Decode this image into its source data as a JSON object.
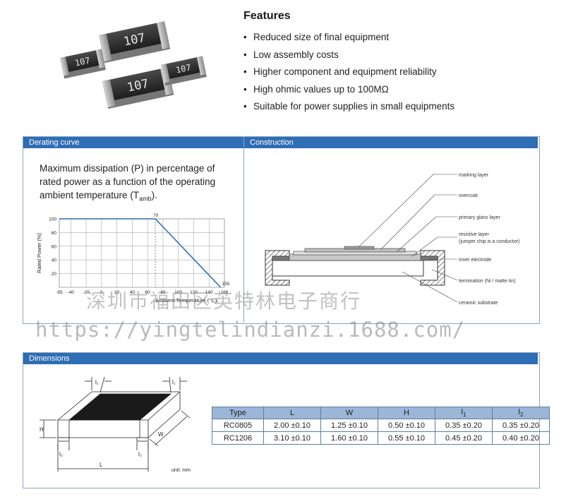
{
  "features": {
    "title": "Features",
    "items": [
      "Reduced size of final equipment",
      "Low assembly costs",
      "Higher component and equipment reliability",
      "High ohmic values up to 100MΩ",
      "Suitable for power supplies in small equipments"
    ],
    "chip_marking": "107"
  },
  "derating": {
    "header": "Derating curve",
    "description_main": "Maximum dissipation (P) in percentage of rated power as a function of the operating ambient temperature (T",
    "description_sub": "amb",
    "description_end": ")."
  },
  "chart_data": {
    "type": "line",
    "xlabel": "Ambient Temperature (°C)",
    "ylabel": "Rated Power (%)",
    "x_ticks": [
      "-55",
      "-40",
      "-20",
      "0",
      "20",
      "40",
      "60",
      "80",
      "100",
      "120",
      "140",
      "160"
    ],
    "y_ticks": [
      "20",
      "40",
      "60",
      "80",
      "100"
    ],
    "xlim": [
      -55,
      160
    ],
    "ylim": [
      0,
      100
    ],
    "grid": true,
    "series": [
      {
        "x": [
          -55,
          70,
          155
        ],
        "y": [
          100,
          100,
          0
        ]
      }
    ],
    "annotations": [
      "70",
      "155"
    ],
    "line_color": "#2f6db4"
  },
  "construction": {
    "header": "Construction",
    "labels": [
      "marking layer",
      "overcoat",
      "primary glass layer",
      "resistive layer",
      "(jumper chip is a conductor)",
      "inner electrode",
      "termination (Ni / matte tin)",
      "ceramic substrate"
    ]
  },
  "dimensions": {
    "header": "Dimensions",
    "diagram_labels": {
      "H": "H",
      "L": "L",
      "W": "W",
      "l1_top_left": "l₁",
      "l1_top_right": "l₁",
      "l2_bottom_left": "l₂",
      "l2_bottom_right": "l₂",
      "unit": "unit: mm"
    },
    "table": {
      "headers": [
        "Type",
        "L",
        "W",
        "H",
        "l",
        "l"
      ],
      "header_subs": [
        "",
        "",
        "",
        "",
        "1",
        "2"
      ],
      "rows": [
        [
          "RC0805",
          "2.00 ±0.10",
          "1.25 ±0.10",
          "0.50 ±0.10",
          "0.35 ±0.20",
          "0.35 ±0.20"
        ],
        [
          "RC1206",
          "3.10 ±0.10",
          "1.60 ±0.10",
          "0.55 ±0.10",
          "0.45 ±0.20",
          "0.40 ±0.20"
        ]
      ]
    }
  },
  "watermark": {
    "company": "深圳市福田区英特林电子商行",
    "url": "https://yingtelindianzi.1688.com/"
  }
}
